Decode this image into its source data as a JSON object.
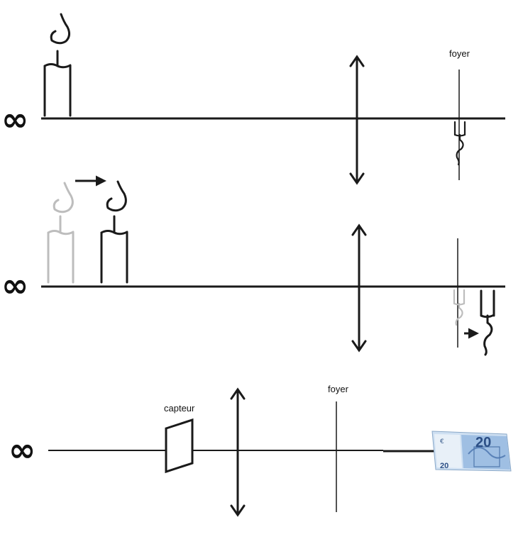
{
  "symbols": {
    "infinity": "∞"
  },
  "labels": {
    "focus_top": "foyer",
    "focus_bottom": "foyer",
    "sensor": "capteur"
  },
  "banknote": {
    "denomination": "20",
    "currency_mark": "€"
  },
  "colors": {
    "ink": "#1a1a1a",
    "ghost": "#bdbdbd",
    "note_blue": "#7fa9d8"
  },
  "icons": [
    "candle-icon",
    "inverted-candle-icon",
    "arrow-right-icon",
    "banknote-icon"
  ]
}
